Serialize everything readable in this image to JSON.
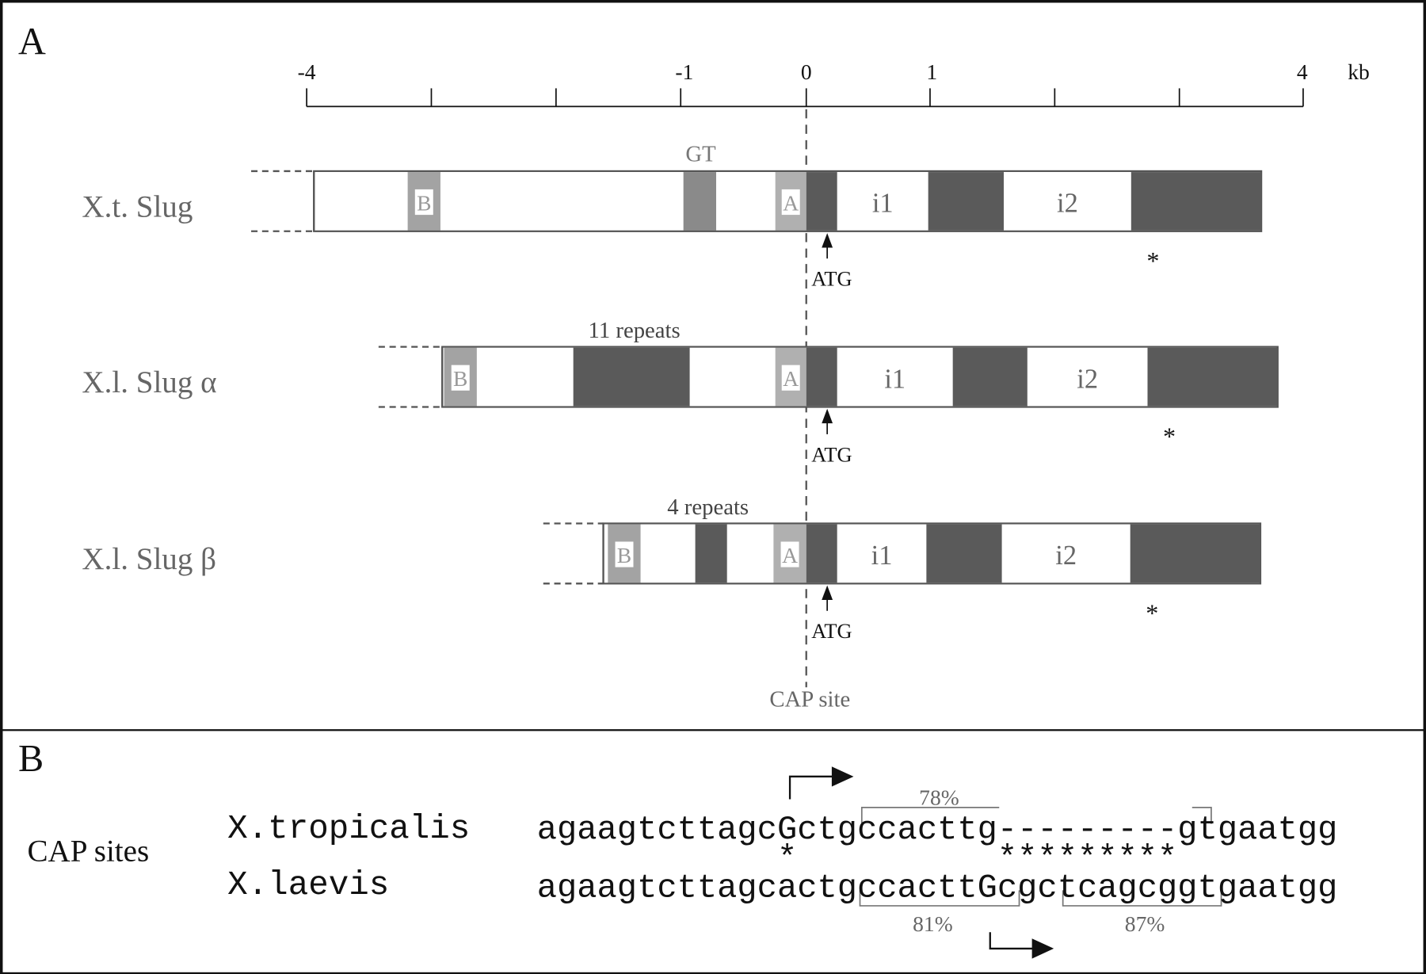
{
  "panel_a": {
    "label": "A",
    "axis": {
      "ticks": [
        "-4",
        "-1",
        "0",
        "1",
        "4"
      ],
      "unit": "kb"
    },
    "genes": [
      {
        "name": "X.t. Slug",
        "annotation": "GT",
        "box_b": "B",
        "box_a": "A",
        "intron1": "i1",
        "intron2": "i2",
        "start": "ATG",
        "stop": "*"
      },
      {
        "name": "X.l. Slug α",
        "annotation": "11 repeats",
        "box_b": "B",
        "box_a": "A",
        "intron1": "i1",
        "intron2": "i2",
        "start": "ATG",
        "stop": "*"
      },
      {
        "name": "X.l. Slug β",
        "annotation": "4 repeats",
        "box_b": "B",
        "box_a": "A",
        "intron1": "i1",
        "intron2": "i2",
        "start": "ATG",
        "stop": "*"
      }
    ],
    "cap_label": "CAP site"
  },
  "panel_b": {
    "label": "B",
    "title": "CAP sites",
    "rows": [
      {
        "species": "X.tropicalis",
        "sequence": "agaagtcttagcGctgccacttg---------gtgaatgg"
      },
      {
        "species": "X.laevis",
        "sequence": "agaagtcttagcactgccacttGcgctcagcggtgaatgg"
      }
    ],
    "match_line": "            *          *********",
    "identities": [
      "78%",
      "81%",
      "87%"
    ]
  },
  "colors": {
    "dark": "#5a5a5a",
    "box": "#a3a3a3",
    "gt": "#8a8a8a",
    "text_grey": "#666666"
  }
}
